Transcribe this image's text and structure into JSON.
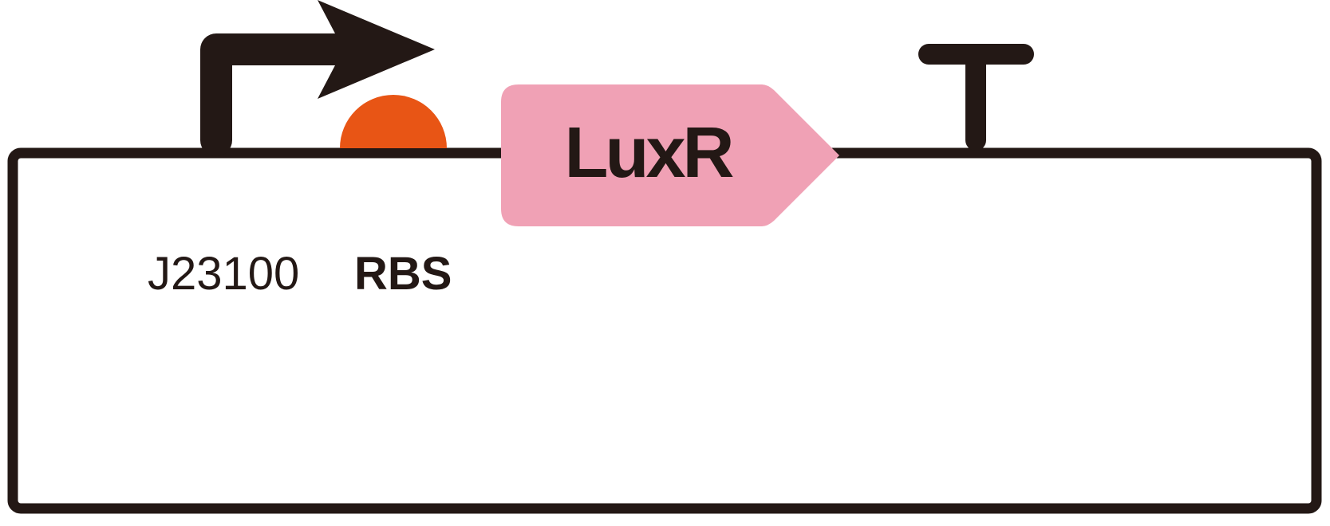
{
  "diagram": {
    "parts": {
      "promoter": {
        "label": "J23100",
        "icon": "promoter-arrow",
        "color": "#231815"
      },
      "rbs": {
        "label": "RBS",
        "icon": "rbs-semicircle",
        "color": "#E85515"
      },
      "cds": {
        "label": "LuxR",
        "icon": "cds-pentagon",
        "color": "#F0A1B5"
      },
      "terminator": {
        "icon": "terminator-t",
        "color": "#231815"
      }
    },
    "backbone_color": "#231815"
  }
}
